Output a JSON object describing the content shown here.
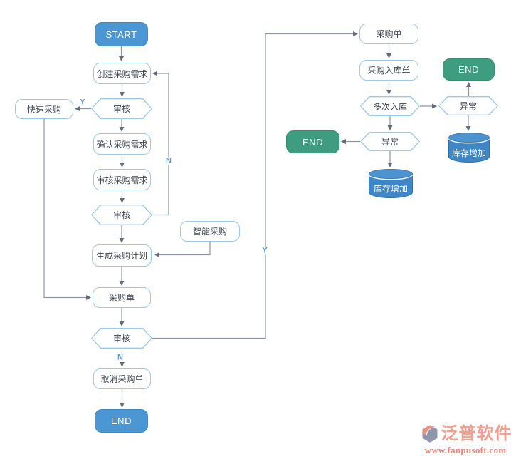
{
  "diagram_title": "purchase-procurement-flowchart",
  "colors": {
    "node_fill_blue": "#4a97d4",
    "node_fill_green": "#3f9d7f",
    "cylinder_blue": "#3e86c6",
    "node_border_blue": "#9ec8ec",
    "connector_gray": "#8d96a8",
    "branch_label_blue": "#5b9bd5",
    "watermark_salmon": "#f0a091"
  },
  "nodes": {
    "start": "START",
    "create_purchase_request": "创建采购需求",
    "review_1": "审核",
    "quick_purchase": "快速采购",
    "confirm_purchase_request": "确认采购需求",
    "review_purchase_request": "审核采购需求",
    "review_2": "审核",
    "smart_purchase": "智能采购",
    "generate_purchase_plan": "生成采购计划",
    "purchase_order": "采购单",
    "review_3": "审核",
    "cancel_purchase_order": "取消采购单",
    "end_main": "END",
    "purchase_order_2": "采购单",
    "purchase_inbound_order": "采购入库单",
    "multiple_inbound": "多次入库",
    "abnormal_mid": "异常",
    "end_mid": "END",
    "stock_increase_mid": "库存增加",
    "end_right": "END",
    "abnormal_right": "异常",
    "stock_increase_right": "库存增加"
  },
  "edge_labels": {
    "review_1_yes": "Y",
    "review_2_no": "N",
    "review_3_yes": "Y",
    "review_3_no": "N"
  },
  "watermark": {
    "brand": "泛普软件",
    "url": "www.fanpusoft.com"
  }
}
